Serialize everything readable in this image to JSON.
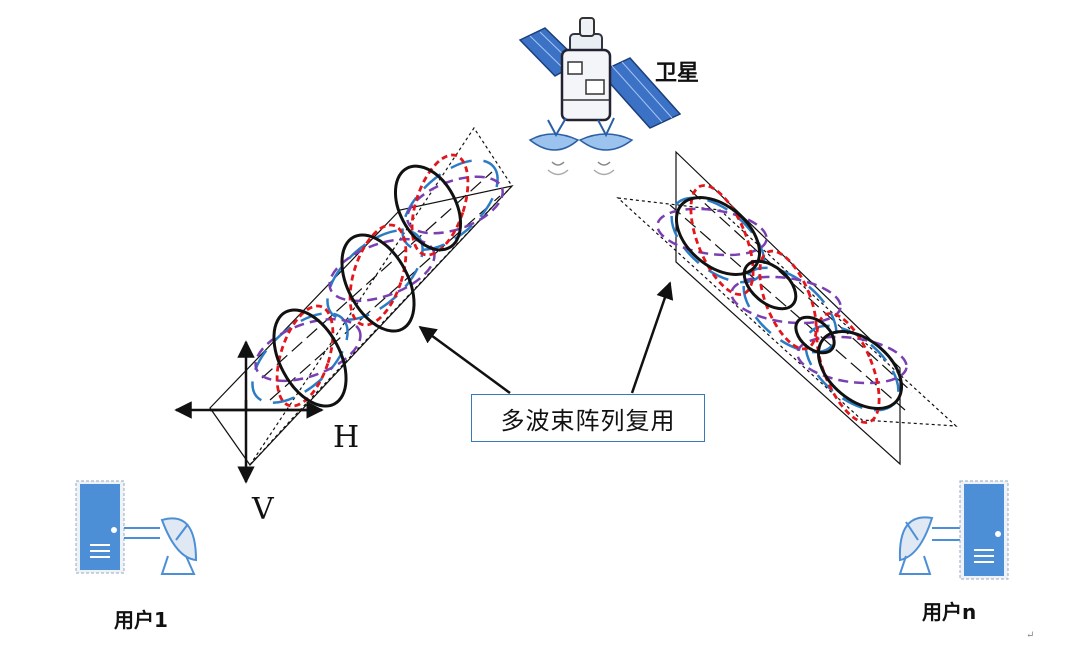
{
  "labels": {
    "satellite": "卫星",
    "user_1": "用户1",
    "user_n": "用户n",
    "callout": "多波束阵列复用",
    "axis_h": "H",
    "axis_v": "V",
    "para_mark": "↵"
  },
  "colors": {
    "beam_black": "#111111",
    "beam_red": "#e2161b",
    "beam_purple": "#7a3fb0",
    "beam_blue": "#2b7cc4",
    "device_blue": "#4d8fd6",
    "callout_border": "#3a79b8"
  },
  "icons": {
    "satellite": "satellite-icon",
    "server": "server-icon",
    "dish": "satellite-dish-icon"
  }
}
